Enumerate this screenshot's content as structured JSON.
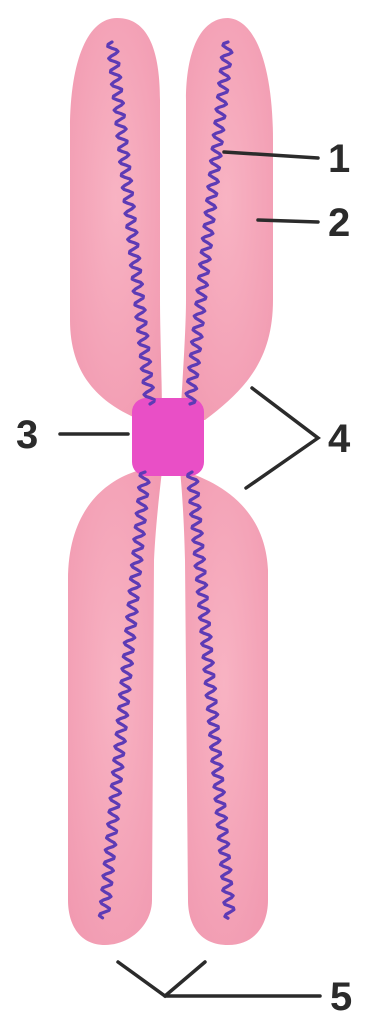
{
  "diagram": {
    "colors": {
      "background": "#ffffff",
      "chromatid": "#f4a6b8",
      "chromatid_edge": "#ec8fa6",
      "centromere": "#e94fc6",
      "dna_strand": "#5d3bb5",
      "label_text": "#2b2b2b"
    },
    "callouts": [
      {
        "id": "1",
        "text": "1"
      },
      {
        "id": "2",
        "text": "2"
      },
      {
        "id": "3",
        "text": "3"
      },
      {
        "id": "4",
        "text": "4"
      },
      {
        "id": "5",
        "text": "5"
      }
    ]
  }
}
